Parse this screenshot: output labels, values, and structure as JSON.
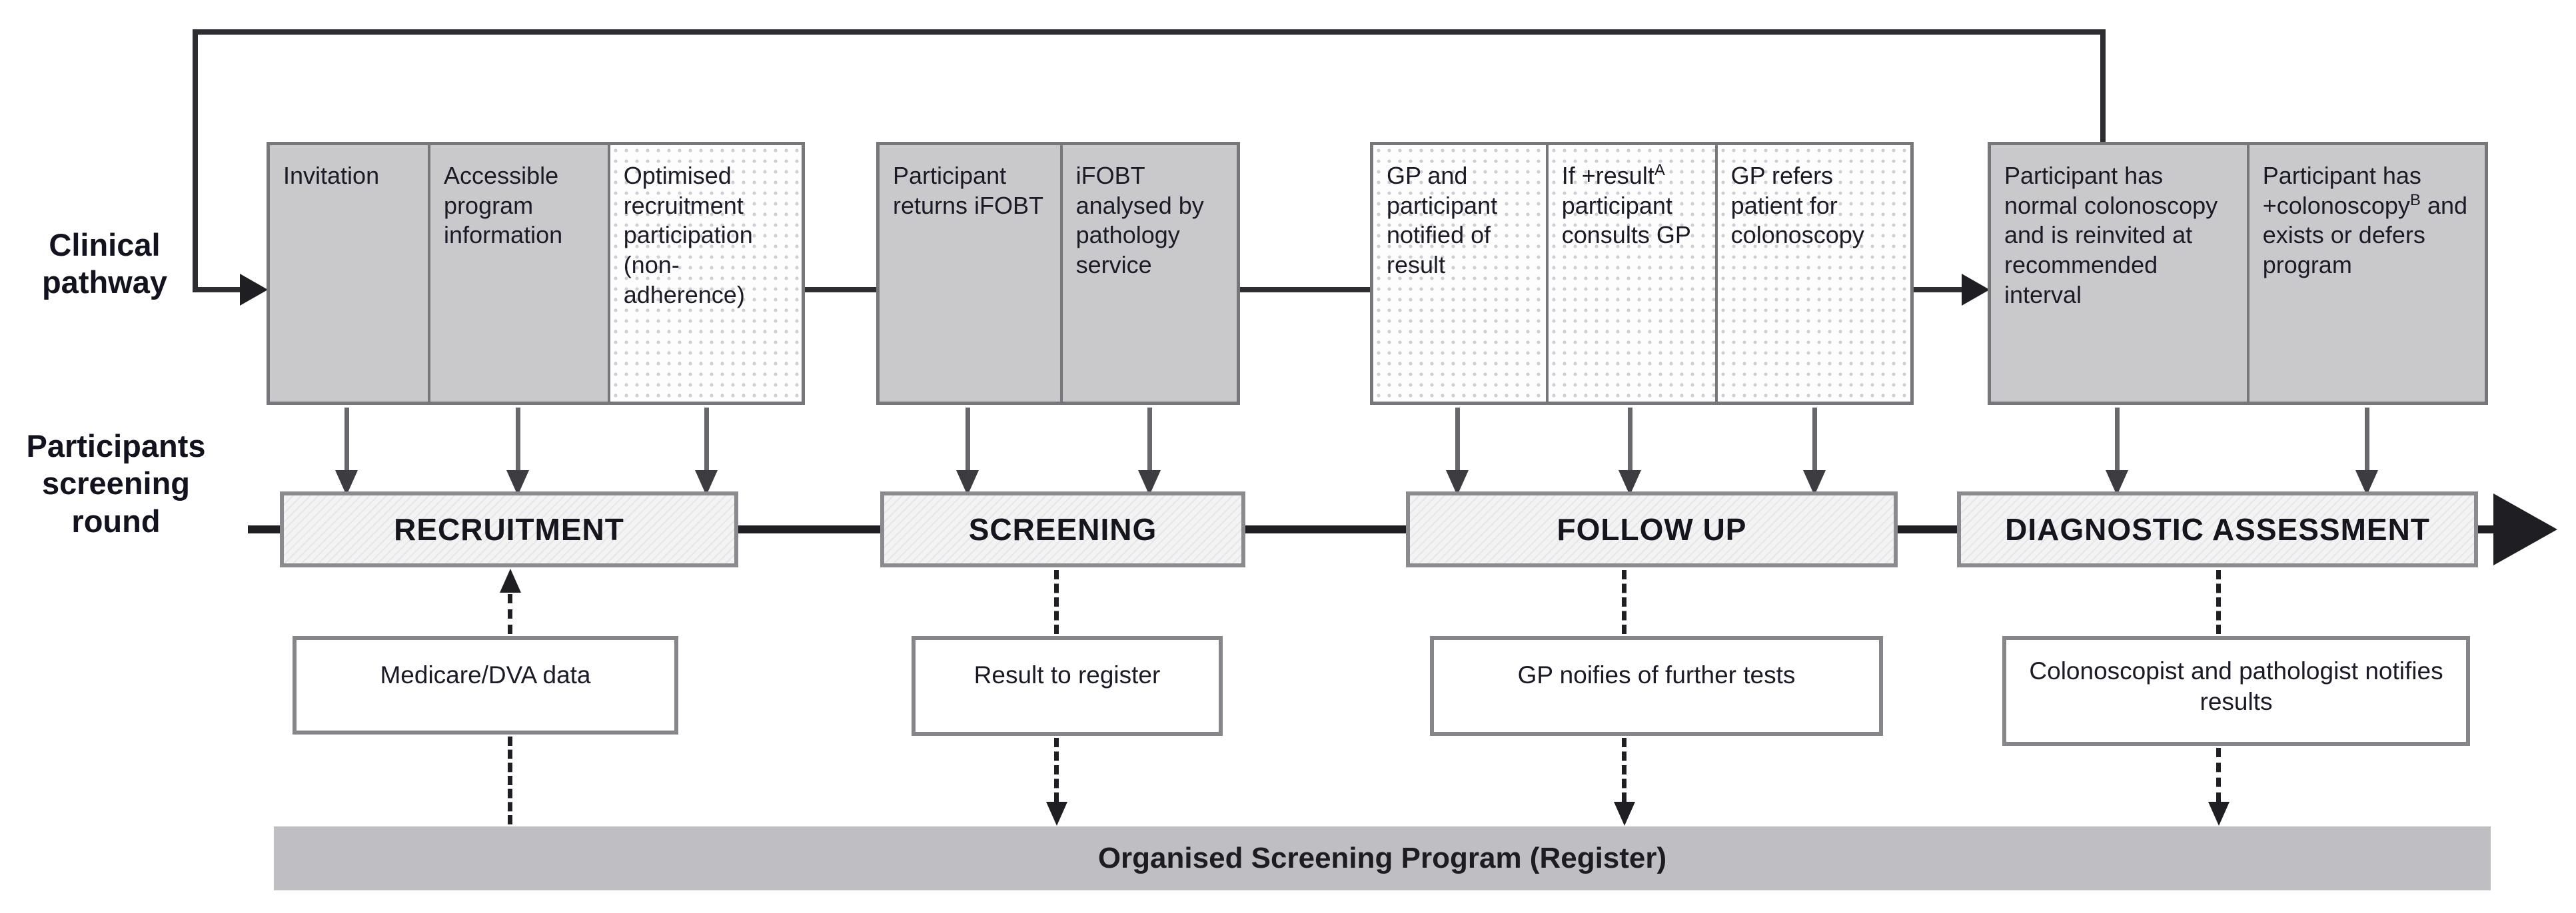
{
  "side_labels": {
    "clinical_pathway": "Clinical pathway",
    "participants_screening_round": "Participants screening round"
  },
  "pathway_groups": [
    {
      "stage": "RECRUITMENT",
      "cells": [
        {
          "text": "Invitation",
          "fill": "gray"
        },
        {
          "text": "Accessible program information",
          "fill": "gray"
        },
        {
          "text": "Optimised recruitment participation (non-adherence)",
          "fill": "stippled"
        }
      ]
    },
    {
      "stage": "SCREENING",
      "cells": [
        {
          "text": "Participant returns iFOBT",
          "fill": "gray"
        },
        {
          "text": "iFOBT analysed by pathology service",
          "fill": "gray"
        }
      ]
    },
    {
      "stage": "FOLLOW UP",
      "cells": [
        {
          "text": "GP and participant notified of result",
          "fill": "stippled"
        },
        {
          "pre": "If +result",
          "sup": "A",
          "post": " participant consults GP",
          "fill": "stippled"
        },
        {
          "text": "GP refers patient for colonoscopy",
          "fill": "stippled"
        }
      ]
    },
    {
      "stage": "DIAGNOSTIC ASSESSMENT",
      "cells": [
        {
          "text": "Participant has normal colonoscopy and is reinvited at recommended interval",
          "fill": "gray"
        },
        {
          "pre": "Participant has +colonoscopy",
          "sup": "B",
          "post": " and exists or defers program",
          "fill": "gray"
        }
      ]
    }
  ],
  "stage_bands": [
    {
      "label": "RECRUITMENT"
    },
    {
      "label": "SCREENING"
    },
    {
      "label": "FOLLOW UP"
    },
    {
      "label": "DIAGNOSTIC ASSESSMENT"
    }
  ],
  "register_boxes": [
    {
      "text": "Medicare/DVA data"
    },
    {
      "text": "Result to register"
    },
    {
      "text": "GP noifies of further tests"
    },
    {
      "text": "Colonoscopist and pathologist notifies results"
    }
  ],
  "bottom_band": {
    "label": "Organised Screening Program (Register)"
  },
  "colors": {
    "box_gray": "#c9c9cc",
    "stipple_background": "#fdfdfd",
    "band_fill": "#f0f0f1",
    "bottom_band_fill": "#bfbfc3",
    "line_black": "#1f1f23",
    "arrow_gray": "#67676c",
    "border_gray": "#85858a",
    "text_dark": "#1b1b28"
  }
}
